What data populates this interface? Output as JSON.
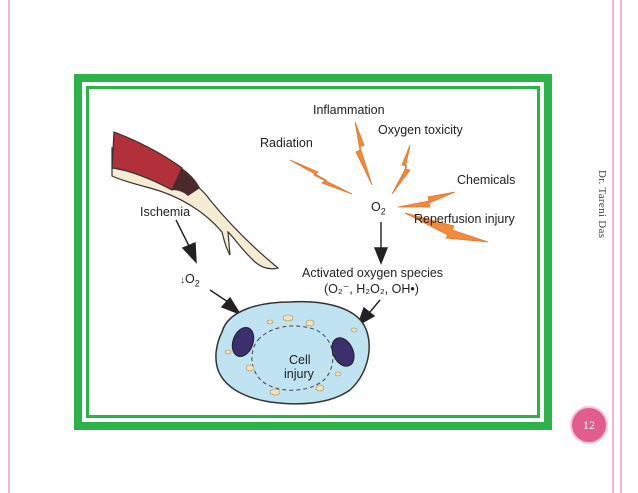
{
  "diagram": {
    "labels": {
      "inflammation": "Inflammation",
      "oxygen_toxicity": "Oxygen toxicity",
      "radiation": "Radiation",
      "chemicals": "Chemicals",
      "o2": "O",
      "o2_sub": "2",
      "reperfusion": "Reperfusion injury",
      "ischemia": "Ischemia",
      "low_o2_arrow": "↓",
      "low_o2": "O",
      "low_o2_sub": "2",
      "aos_line1": "Activated oxygen species",
      "aos_line2": "(O₂⁻, H₂O₂, OH•)",
      "cell": "Cell",
      "injury": "injury"
    },
    "colors": {
      "frame_green": "#2bb34a",
      "bolt_orange": "#f28a3c",
      "cell_blue": "#bfe3f0",
      "vessel_red": "#b2303a"
    }
  },
  "slide": {
    "author": "Dr. Tareni Das",
    "page_number": "12"
  }
}
